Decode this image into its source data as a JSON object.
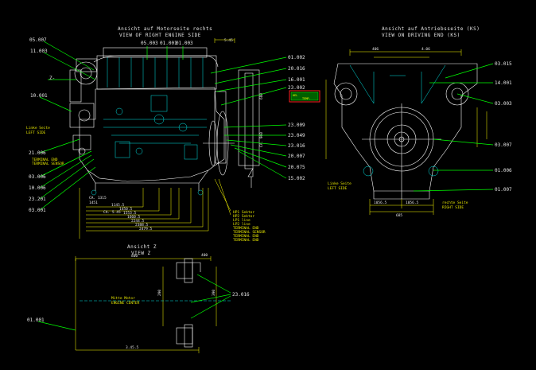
{
  "colors": {
    "background": "#000000",
    "leader": "#00ff00",
    "outline": "#ffffff",
    "dimension": "#ffff00",
    "detail": "#00e5e5",
    "highlight": "#ff2020"
  },
  "headers": {
    "right_view": [
      "Ansicht auf Motorseite rechts",
      "VIEW OF RIGHT ENGINE SIDE"
    ],
    "drive_view": [
      "Ansicht auf Antriebsseite (KS)",
      "VIEW ON DRIVING END (KS)"
    ],
    "view_z": [
      "Ansicht Z",
      "VIEW Z"
    ]
  },
  "balloons": {
    "left": [
      "05.007",
      "11.003",
      "Z-",
      "10.001",
      "21.006",
      "03.006",
      "10.006",
      "23.201",
      "03.001"
    ],
    "top": [
      "05.003",
      "01.001",
      "01.003"
    ],
    "right": [
      "01.002",
      "20.016",
      "16.001",
      "23.002",
      "23.009",
      "23.049",
      "23.016",
      "20.007",
      "20.075",
      "15.002"
    ],
    "drive": [
      "03.015",
      "14.001",
      "03.003",
      "03.007",
      "01.006",
      "01.007"
    ],
    "view_z": [
      "23.016",
      "01.001"
    ]
  },
  "side_labels": {
    "left": [
      "Linke Seite",
      "LEFT SIDE"
    ],
    "right": [
      "rechte Seite",
      "RIGHT SIDE"
    ],
    "view_z_mid": [
      "Mitte Motor",
      "ENGINE CENTER"
    ]
  },
  "notes": [
    "HP1 Sektor",
    "HP2 Sektor",
    "LP1 line",
    "LP2 line",
    "TERMINAL END",
    "TERMINAL SENSOR",
    "TERMINAL END",
    "TERMINAL END"
  ],
  "dims": {
    "side_stack": [
      "1145.5",
      "1450.5",
      "1553.5",
      "1660.5",
      "2244.5",
      "2388.5",
      "2479.5"
    ],
    "side_misc": [
      "CA. 5.45",
      "5.45",
      "680",
      "CA. 960",
      "CA. 1315",
      "1451"
    ],
    "drive_bottom": [
      "1056.5",
      "1056.5",
      "685"
    ],
    "drive_top": [
      "406",
      "4.06"
    ],
    "view_z": [
      "800",
      "400",
      "3.45.5",
      "290",
      "390"
    ]
  },
  "callout": [
    "OEL",
    "TEMP."
  ]
}
